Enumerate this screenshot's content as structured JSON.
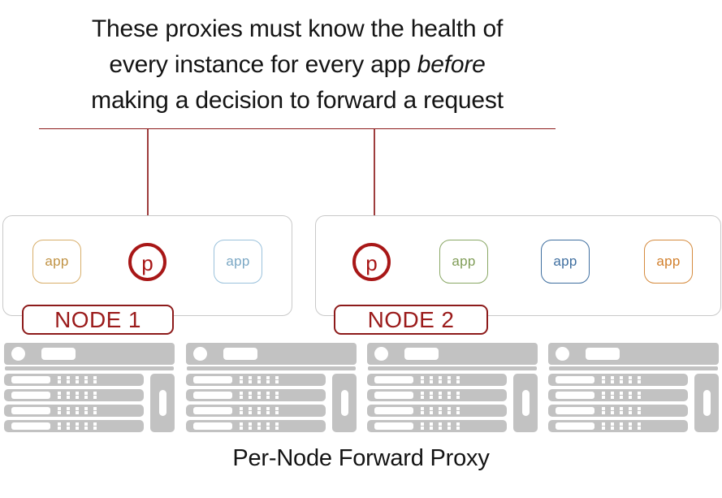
{
  "title": {
    "line1": "These proxies must know the health of",
    "line2_before_italic": "every instance for every app ",
    "line2_italic": "before",
    "line3": "making a decision to forward a request"
  },
  "caption": "Per-Node Forward Proxy",
  "colors": {
    "accent_red": "#a81717",
    "label_red": "#9b1b1b",
    "rule_red": "#8d1b1b",
    "node_border": "#c9c9c9",
    "rack_gray": "#c2c2c2",
    "app_tan": "#d8ae6a",
    "app_blue": "#9bc2dc",
    "app_green": "#8aa866",
    "app_blue_dark": "#3f6fa0",
    "app_orange": "#d58b3e"
  },
  "nodes": [
    {
      "label": "NODE 1",
      "proxy": {
        "label": "p"
      },
      "apps": [
        {
          "label": "app",
          "color_name": "tan"
        },
        {
          "label": "app",
          "color_name": "blue"
        }
      ]
    },
    {
      "label": "NODE 2",
      "proxy": {
        "label": "p"
      },
      "apps": [
        {
          "label": "app",
          "color_name": "green"
        },
        {
          "label": "app",
          "color_name": "blue-dark"
        },
        {
          "label": "app",
          "color_name": "orange"
        }
      ]
    }
  ],
  "racks": [
    {
      "name": "server-rack-1"
    },
    {
      "name": "server-rack-2"
    },
    {
      "name": "server-rack-3"
    },
    {
      "name": "server-rack-4"
    }
  ]
}
